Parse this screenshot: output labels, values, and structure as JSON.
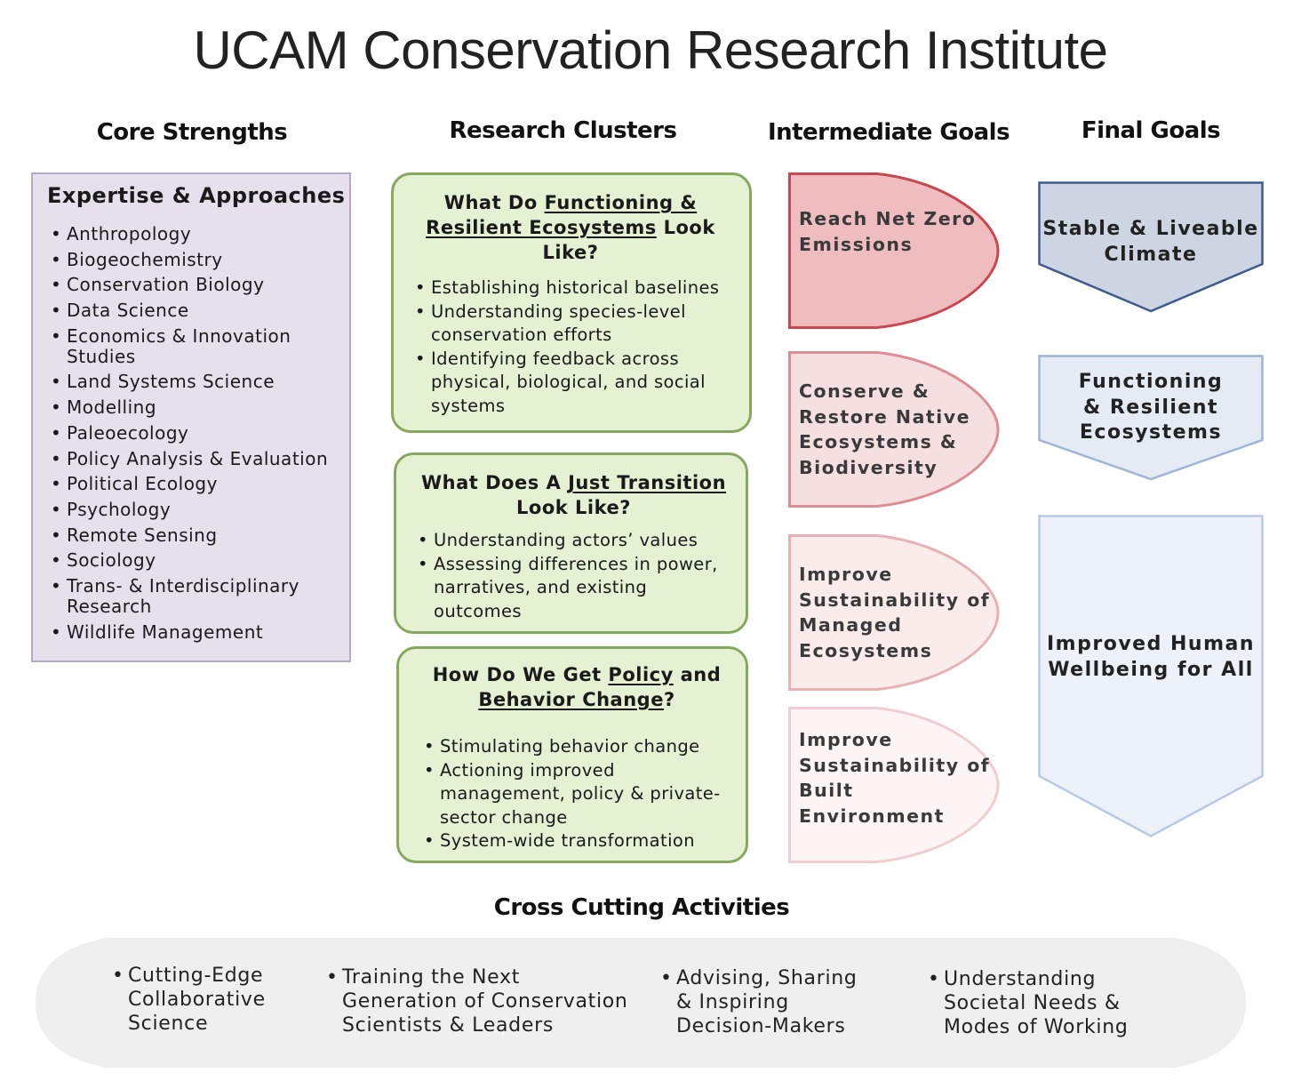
{
  "title": "UCAM Conservation Research Institute",
  "columns": {
    "core": "Core Strengths",
    "clusters": "Research Clusters",
    "intermediate": "Intermediate Goals",
    "final": "Final Goals"
  },
  "expertise": {
    "heading": "Expertise & Approaches",
    "items": [
      "Anthropology",
      "Biogeochemistry",
      "Conservation Biology",
      "Data Science",
      "Economics & Innovation Studies",
      "Land Systems Science",
      "Modelling",
      "Paleoecology",
      "Policy Analysis & Evaluation",
      "Political Ecology",
      "Psychology",
      "Remote Sensing",
      "Sociology",
      "Trans- & Interdisciplinary Research",
      "Wildlife Management"
    ]
  },
  "clusters": [
    {
      "title_a": "What Do ",
      "title_u": "Functioning & Resilient Ecosystems",
      "title_b": " Look Like?",
      "items": [
        "Establishing historical baselines",
        "Understanding species-level conservation efforts",
        "Identifying feedback across physical, biological, and social systems"
      ]
    },
    {
      "title_a": "What Does A ",
      "title_u": "Just Transition",
      "title_b": " Look Like?",
      "items": [
        "Understanding actors’ values",
        "Assessing differences in power, narratives, and existing outcomes"
      ]
    },
    {
      "title_a": "How Do We Get ",
      "title_u": "Policy",
      "title_mid": " and ",
      "title_u2": "Behavior Change",
      "title_b": "?",
      "items": [
        "Stimulating behavior change",
        "Actioning improved management, policy & private-sector change",
        "System-wide transformation"
      ]
    }
  ],
  "intermediate_goals": [
    {
      "label": "Reach Net Zero Emissions",
      "fill": "#efbcbf",
      "stroke": "#c9484f"
    },
    {
      "label": "Conserve & Restore Native Ecosystems & Biodiversity",
      "fill": "#f6dfe0",
      "stroke": "#dc8e93"
    },
    {
      "label": "Improve Sustainability of Managed Ecosystems",
      "fill": "#faeceb",
      "stroke": "#e8b1b4"
    },
    {
      "label": "Improve Sustainability of Built Environment",
      "fill": "#fdf5f5",
      "stroke": "#f0cdcf"
    }
  ],
  "final_goals": [
    {
      "label": "Stable & Liveable Climate",
      "fill": "#cdd5e2",
      "stroke": "#3e5a8e"
    },
    {
      "label": "Functioning & Resilient Ecosystems",
      "fill": "#e4ebf5",
      "stroke": "#9eb5d6"
    },
    {
      "label": "Improved Human Wellbeing for All",
      "fill": "#edf2fa",
      "stroke": "#b7c9e5"
    }
  ],
  "cross_cutting": {
    "heading": "Cross Cutting Activities",
    "items": [
      "Cutting-Edge Collaborative Science",
      "Training the Next Generation of Conservation Scientists & Leaders",
      "Advising, Sharing & Inspiring Decision-Makers",
      "Understanding Societal Needs & Modes of Working"
    ]
  }
}
